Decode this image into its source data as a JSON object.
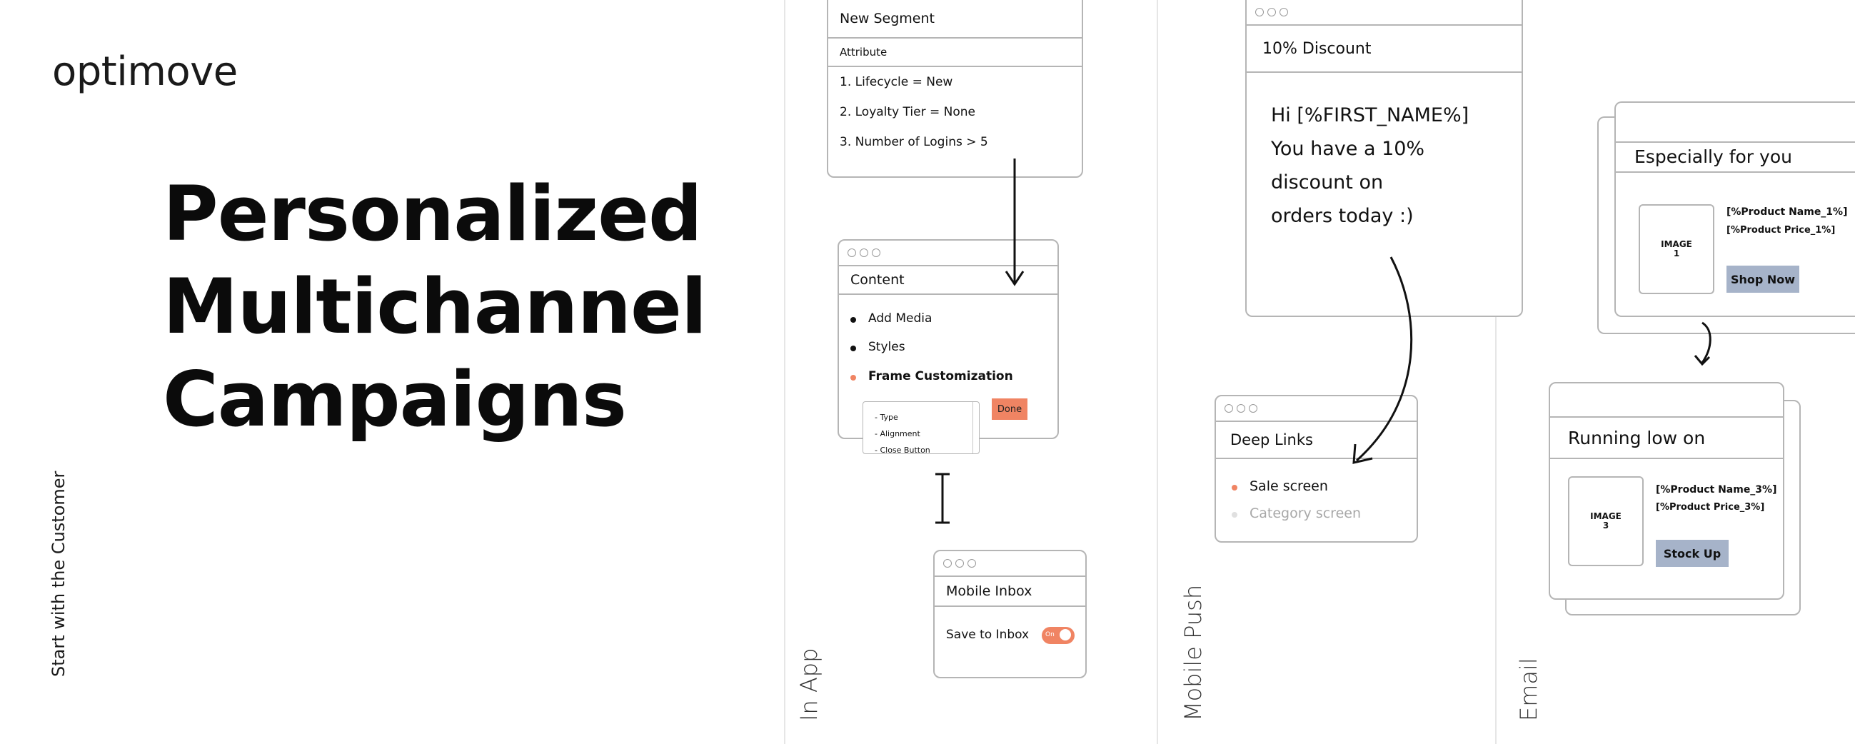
{
  "brand": {
    "logo": "optimove"
  },
  "headline": {
    "line1": "Personalized",
    "line2": "Multichannel",
    "line3": "Campaigns"
  },
  "tagline": "Start with the Customer",
  "channels": {
    "in_app": "In App",
    "mobile_push": "Mobile Push",
    "email": "Email"
  },
  "segment": {
    "title": "New Segment",
    "attribute_label": "Attribute",
    "rules": [
      "1. Lifecycle = New",
      "2. Loyalty Tier = None",
      "3. Number of Logins > 5"
    ]
  },
  "content": {
    "title": "Content",
    "items": [
      "Add Media",
      "Styles",
      "Frame Customization"
    ],
    "done_label": "Done",
    "submenu": [
      "- Type",
      "- Alignment",
      "- Close Button"
    ]
  },
  "inbox": {
    "title": "Mobile Inbox",
    "save_label": "Save to Inbox",
    "toggle_label": "On"
  },
  "push": {
    "title": "10% Discount",
    "message_lines": [
      "Hi [%FIRST_NAME%]",
      "You have a 10%",
      "discount on",
      "orders today :)"
    ]
  },
  "deeplinks": {
    "title": "Deep Links",
    "items": [
      "Sale screen",
      "Category screen"
    ]
  },
  "email1": {
    "title": "Especially for you",
    "image_line1": "IMAGE",
    "image_line2": "1",
    "product_name": "[%Product Name_1%]",
    "product_price": "[%Product Price_1%]",
    "button": "Shop Now"
  },
  "email2": {
    "title": "Running low on",
    "image_line1": "IMAGE",
    "image_line2": "3",
    "product_name": "[%Product Name_3%]",
    "product_price": "[%Product Price_3%]",
    "button": "Stock Up"
  },
  "colors": {
    "accent": "#f08463",
    "button_blue": "#a6b3c9",
    "border": "#b5b5b5",
    "text": "#111111"
  }
}
